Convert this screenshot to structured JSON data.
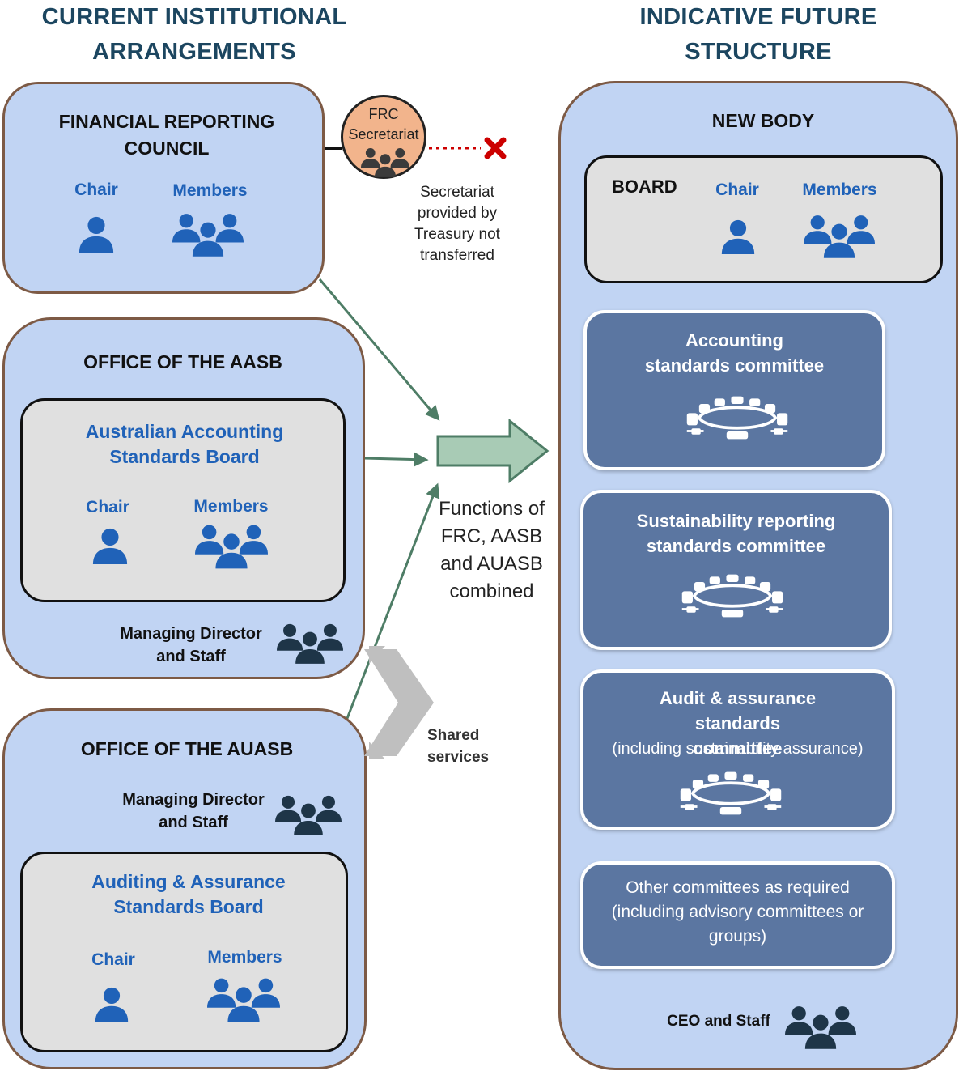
{
  "headings": {
    "left": "CURRENT INSTITUTIONAL ARRANGEMENTS",
    "right": "INDICATIVE FUTURE STRUCTURE"
  },
  "frc": {
    "title": "FINANCIAL REPORTING COUNCIL",
    "chair": "Chair",
    "members": "Members",
    "secretariat_label": "FRC Secretariat",
    "secretariat_note": "Secretariat provided by Treasury not transferred"
  },
  "aasb_office": {
    "title": "OFFICE OF THE AASB",
    "board_title": "Australian Accounting Standards Board",
    "chair": "Chair",
    "members": "Members",
    "staff": "Managing Director and Staff"
  },
  "auasb_office": {
    "title": "OFFICE OF THE AUASB",
    "staff": "Managing Director and Staff",
    "board_title": "Auditing & Assurance Standards Board",
    "chair": "Chair",
    "members": "Members"
  },
  "middle": {
    "functions_text": "Functions of FRC, AASB and AUASB combined",
    "shared_services": "Shared services"
  },
  "new_body": {
    "title": "NEW BODY",
    "board_label": "BOARD",
    "chair": "Chair",
    "members": "Members",
    "committees": [
      {
        "title": "Accounting standards committee",
        "subtitle": ""
      },
      {
        "title": "Sustainability reporting standards committee",
        "subtitle": ""
      },
      {
        "title": "Audit & assurance standards committee",
        "subtitle": "(including sustainability assurance)"
      },
      {
        "title": "",
        "subtitle": "Other committees as required (including advisory committees or groups)"
      }
    ],
    "staff": "CEO and Staff"
  },
  "colors": {
    "panel_fill": "#c1d4f3",
    "panel_border": "#7d5a45",
    "heading": "#1c4660",
    "role_blue": "#2062b8",
    "committee_fill": "#5b76a1",
    "arrow_green": "#4e7d66",
    "big_arrow_fill": "#a8cbb5",
    "shared_arrow": "#bfbfbf",
    "secretariat_fill": "#f2b48c",
    "not_transferred": "#cc0000"
  }
}
